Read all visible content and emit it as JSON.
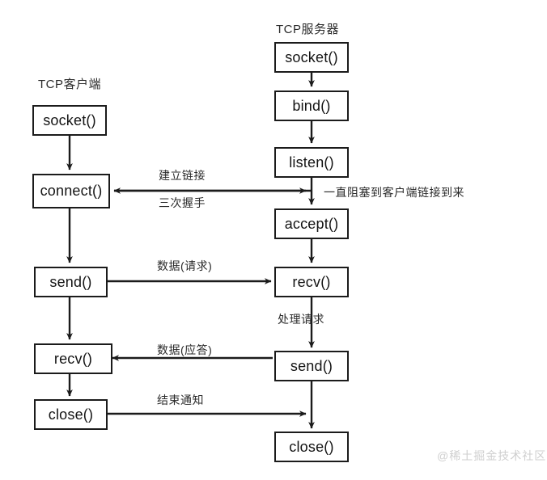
{
  "diagram": {
    "title_client": "TCP客户端",
    "title_server": "TCP服务器",
    "watermark": "@稀土掘金技术社区",
    "colors": {
      "background": "#ffffff",
      "stroke": "#1b1b1b",
      "text": "#141414",
      "label_text": "#2a2a2a",
      "watermark": "#cfcfcf"
    },
    "client_nodes": [
      {
        "id": "client-socket",
        "label": "socket()"
      },
      {
        "id": "client-connect",
        "label": "connect()"
      },
      {
        "id": "client-send",
        "label": "send()"
      },
      {
        "id": "client-recv",
        "label": "recv()"
      },
      {
        "id": "client-close",
        "label": "close()"
      }
    ],
    "server_nodes": [
      {
        "id": "server-socket",
        "label": "socket()"
      },
      {
        "id": "server-bind",
        "label": "bind()"
      },
      {
        "id": "server-listen",
        "label": "listen()"
      },
      {
        "id": "server-accept",
        "label": "accept()"
      },
      {
        "id": "server-recv",
        "label": "recv()"
      },
      {
        "id": "server-send",
        "label": "send()"
      },
      {
        "id": "server-close",
        "label": "close()"
      }
    ],
    "edge_labels": [
      {
        "id": "establish-connection",
        "text": "建立链接"
      },
      {
        "id": "three-way-handshake",
        "text": "三次握手"
      },
      {
        "id": "blocking-until-client",
        "text": "一直阻塞到客户端链接到来"
      },
      {
        "id": "data-request",
        "text": "数据(请求)"
      },
      {
        "id": "handle-request",
        "text": "处理请求"
      },
      {
        "id": "data-response",
        "text": "数据(应答)"
      },
      {
        "id": "end-notify",
        "text": "结束通知"
      }
    ]
  }
}
